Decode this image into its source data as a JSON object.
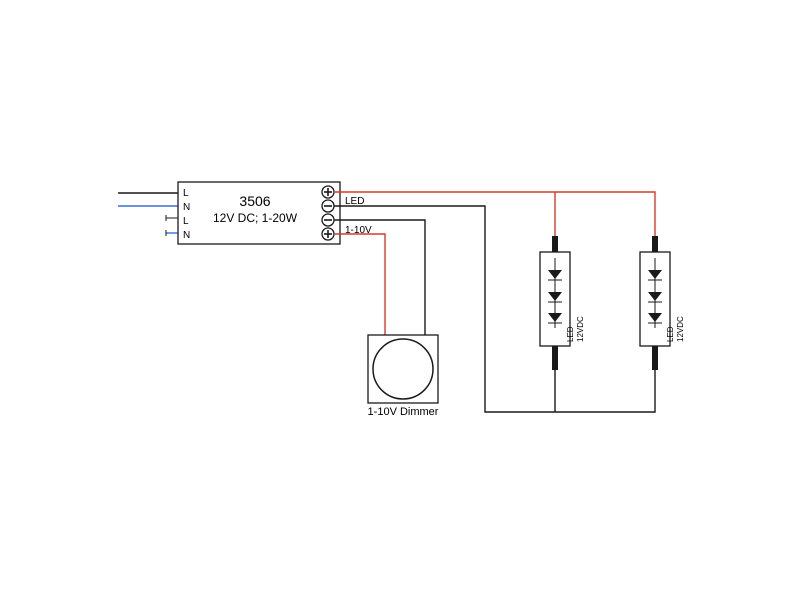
{
  "driver": {
    "model": "3506",
    "rating": "12V DC; 1-20W",
    "input_terminals": [
      "L",
      "N",
      "L",
      "N"
    ],
    "output_symbols": [
      "+",
      "−",
      "−",
      "+"
    ]
  },
  "labels": {
    "led_output": "LED",
    "control_output": "1-10V"
  },
  "dimmer": {
    "label": "1-10V Dimmer"
  },
  "led_strips": [
    {
      "label": "LED",
      "voltage": "12VDC"
    },
    {
      "label": "LED",
      "voltage": "12VDC"
    }
  ],
  "colors": {
    "positive_wire": "#d43b2b",
    "negative_wire": "#1a1a1a",
    "neutral_wire": "#3b6fd0"
  }
}
